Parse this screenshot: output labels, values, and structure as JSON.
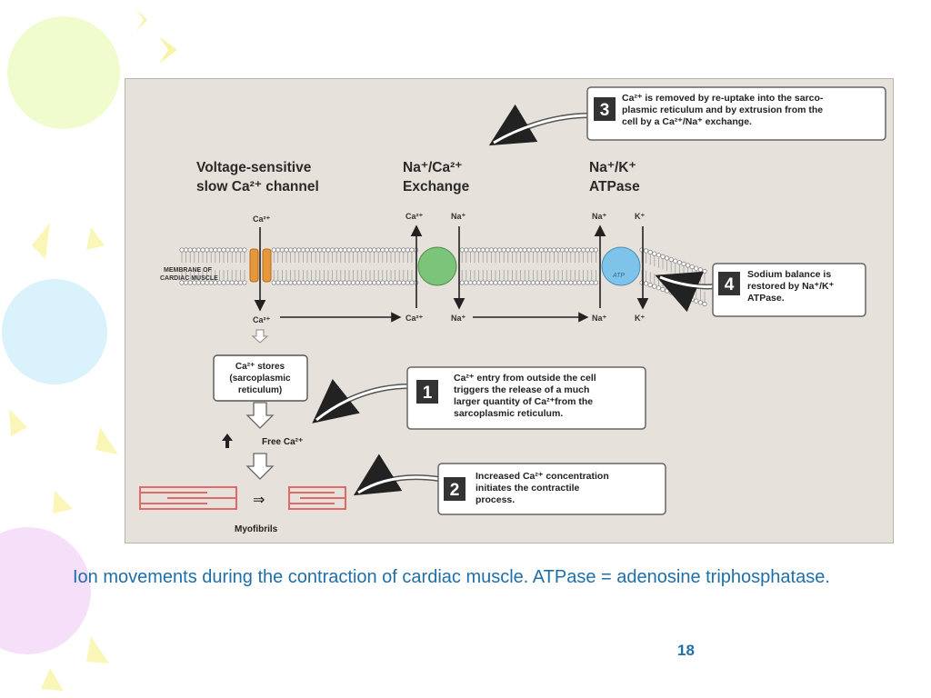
{
  "diagram": {
    "headings": {
      "channel": [
        "Voltage-sensitive",
        "slow Ca²⁺ channel"
      ],
      "exchange": [
        "Na⁺/Ca²⁺",
        "Exchange"
      ],
      "atpase": [
        "Na⁺/K⁺",
        "ATPase"
      ]
    },
    "membrane_label": [
      "MEMBRANE OF",
      "CARDIAC MUSCLE"
    ],
    "ion_labels": {
      "channel_top": "Ca²⁺",
      "channel_bottom": "Ca²⁺",
      "exchange_top_left": "Ca²⁺",
      "exchange_top_right": "Na⁺",
      "exchange_bottom_left": "Ca²⁺",
      "exchange_bottom_right": "Na⁺",
      "atpase_top_left": "Na⁺",
      "atpase_top_right": "K⁺",
      "atpase_bottom_left": "Na⁺",
      "atpase_bottom_right": "K⁺"
    },
    "atp_label": "ATP",
    "stores_box": [
      "Ca²⁺ stores",
      "(sarcoplasmic",
      "reticulum)"
    ],
    "free_ca": "Free Ca²⁺",
    "myofibrils": "Myofibrils",
    "callouts": [
      {
        "number": "1",
        "lines": [
          "Ca²⁺ entry from outside the cell",
          "triggers the release of a much",
          "larger quantity of Ca²⁺from the",
          "sarcoplasmic reticulum."
        ]
      },
      {
        "number": "2",
        "lines": [
          "Increased Ca²⁺ concentration",
          "initiates the contractile",
          "process."
        ]
      },
      {
        "number": "3",
        "lines": [
          "Ca²⁺ is removed by re-uptake into the sarco-",
          "plasmic reticulum and by extrusion from the",
          "cell by a Ca²⁺/Na⁺ exchange."
        ]
      },
      {
        "number": "4",
        "lines": [
          "Sodium balance is",
          "restored by Na⁺/K⁺",
          "ATPase."
        ]
      }
    ],
    "colors": {
      "channel": "#e8963a",
      "exchanger": "#7cc47a",
      "atpase": "#7ec3ea",
      "myofibril": "#e06a6a",
      "panel": "#e6e1da"
    }
  },
  "caption": "Ion movements during the contraction of cardiac muscle. ATPase = adenosine triphosphatase.",
  "page_number": "18"
}
